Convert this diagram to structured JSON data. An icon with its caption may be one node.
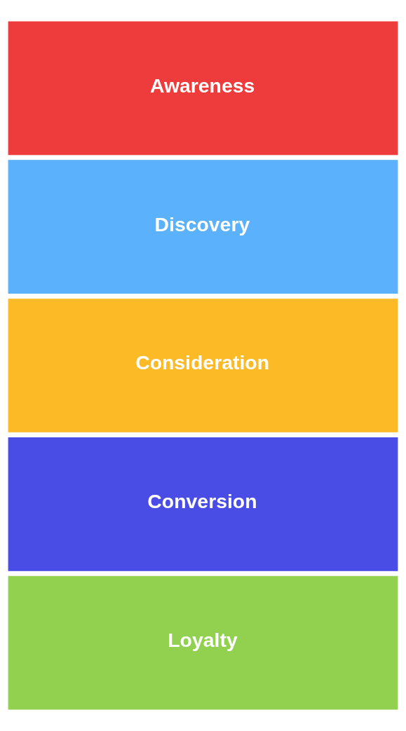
{
  "diagram": {
    "nodes": [
      {
        "text": [
          "Awareness"
        ]
      },
      {
        "text": [
          "Discovery"
        ]
      },
      {
        "text": [
          "Consideration"
        ]
      },
      {
        "text": [
          "Conversion"
        ]
      },
      {
        "text": [
          "Loyalty"
        ]
      }
    ]
  }
}
